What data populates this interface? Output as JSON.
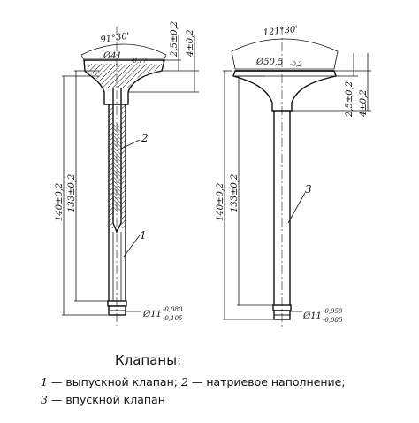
{
  "drawing": {
    "left_valve": {
      "angle": "91°30'",
      "diameter": "Ø41",
      "diameter_tol": "-0,17",
      "seat_height": "2,5±0,2",
      "head_height": "4±0,2",
      "length_total": "140±0,2",
      "length_stem": "133±0,2",
      "stem_diameter": "Ø11",
      "stem_tol_upper": "-0,080",
      "stem_tol_lower": "-0,105",
      "callout_1": "1",
      "callout_2": "2"
    },
    "right_valve": {
      "angle": "121°30'",
      "diameter": "Ø50,5",
      "diameter_tol": "-0,2",
      "seat_height": "2,5±0,2",
      "head_height": "4±0,2",
      "length_total": "140±0,2",
      "length_stem": "133±0,2",
      "stem_diameter": "Ø11",
      "stem_tol_upper": "-0,050",
      "stem_tol_lower": "-0,085",
      "callout_3": "3"
    }
  },
  "caption": {
    "title": "Клапаны:",
    "line1_num1": "1",
    "line1_text1": " — выпускной клапан;  ",
    "line1_num2": "2",
    "line1_text2": " — натриевое наполнение;",
    "line2_num": "3",
    "line2_text": " — впускной клапан"
  }
}
